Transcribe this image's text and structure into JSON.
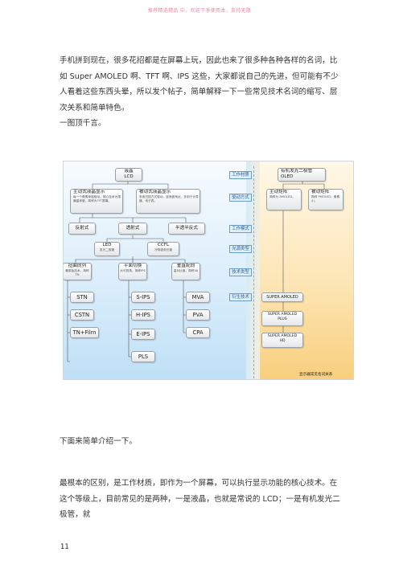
{
  "header": {
    "text": "推荐精选精品 中。欢迎下手使用本，支持无限"
  },
  "paragraphs": {
    "p1": "手机拼到现在，很多花招都是在屏幕上玩，因此也来了很多种各种各样的名词，比如 Super AMOLED 啊、TFT 啊、IPS 这些，大家都说自己的先进，但可能有不少人看着这些东西头晕，所以发个帖子，简单解释一下一些常见技术名词的缩写、层次关系和简单特色。",
    "p2": "一图顶千言。",
    "p3": "下面来简单介绍一下。",
    "p4": "最根本的区别，是工作材质，即作为一个屏幕，可以执行显示功能的核心技术。在这个等级上，目前常见的是两种，一是液晶，也就是常说的 LCD；一是有机发光二极管，就"
  },
  "page_number": "11",
  "diagram": {
    "lcd": {
      "title": "液晶",
      "sub": "LCD"
    },
    "oled": {
      "title": "有机发光二极管",
      "sub": "OLED"
    },
    "active": {
      "title": "主动式液晶显示",
      "sub": "每一个像素单独驱动，核心技术为薄膜晶体管，简称为TFT屏幕。"
    },
    "passive": {
      "title": "被动式液晶显示",
      "sub": "采用扫描方式驱动，逐渐被淘汰，多用于计算器、电子表。"
    },
    "amoled": {
      "title": "主动矩阵",
      "sub": "简称为 AMOLED。"
    },
    "pmoled": {
      "title": "被动矩阵",
      "sub": "简称 PMOLED，像素小。"
    },
    "reflective": "反射式",
    "transmissive": "透射式",
    "transflective": "半透半反式",
    "led": {
      "title": "LED",
      "sub": "发光二极管"
    },
    "ccfl": {
      "title": "CCFL",
      "sub": "冷阴极荧光管"
    },
    "twisted": {
      "title": "扭曲向列",
      "sub": "最原始技术，简称TN"
    },
    "inplane": {
      "title": "平面切换",
      "sub": "大可视角，简称IPS"
    },
    "vertical": {
      "title": "垂直配向",
      "sub": "高对比度，简称VA"
    },
    "stn": "STN",
    "cstn": "CSTN",
    "tnfilm": "TN+Film",
    "sips": "S-IPS",
    "hips": "H-IPS",
    "eips": "E-IPS",
    "pls": "PLS",
    "mva": "MVA",
    "pva": "PVA",
    "cpa": "CPA",
    "sa": "SUPER AMOLED",
    "sap": {
      "title": "SUPER AMOLED",
      "sub": "PLUS"
    },
    "sahd": {
      "title": "SUPER AMOLED",
      "sub": "HD"
    },
    "bars": {
      "material": "工作材质",
      "drive": "驱动方式",
      "mode": "工作模式",
      "backlight": "光源类型",
      "tech": "技术类型",
      "derived": "衍生技术"
    },
    "legend": "显示器常见名词关系"
  }
}
